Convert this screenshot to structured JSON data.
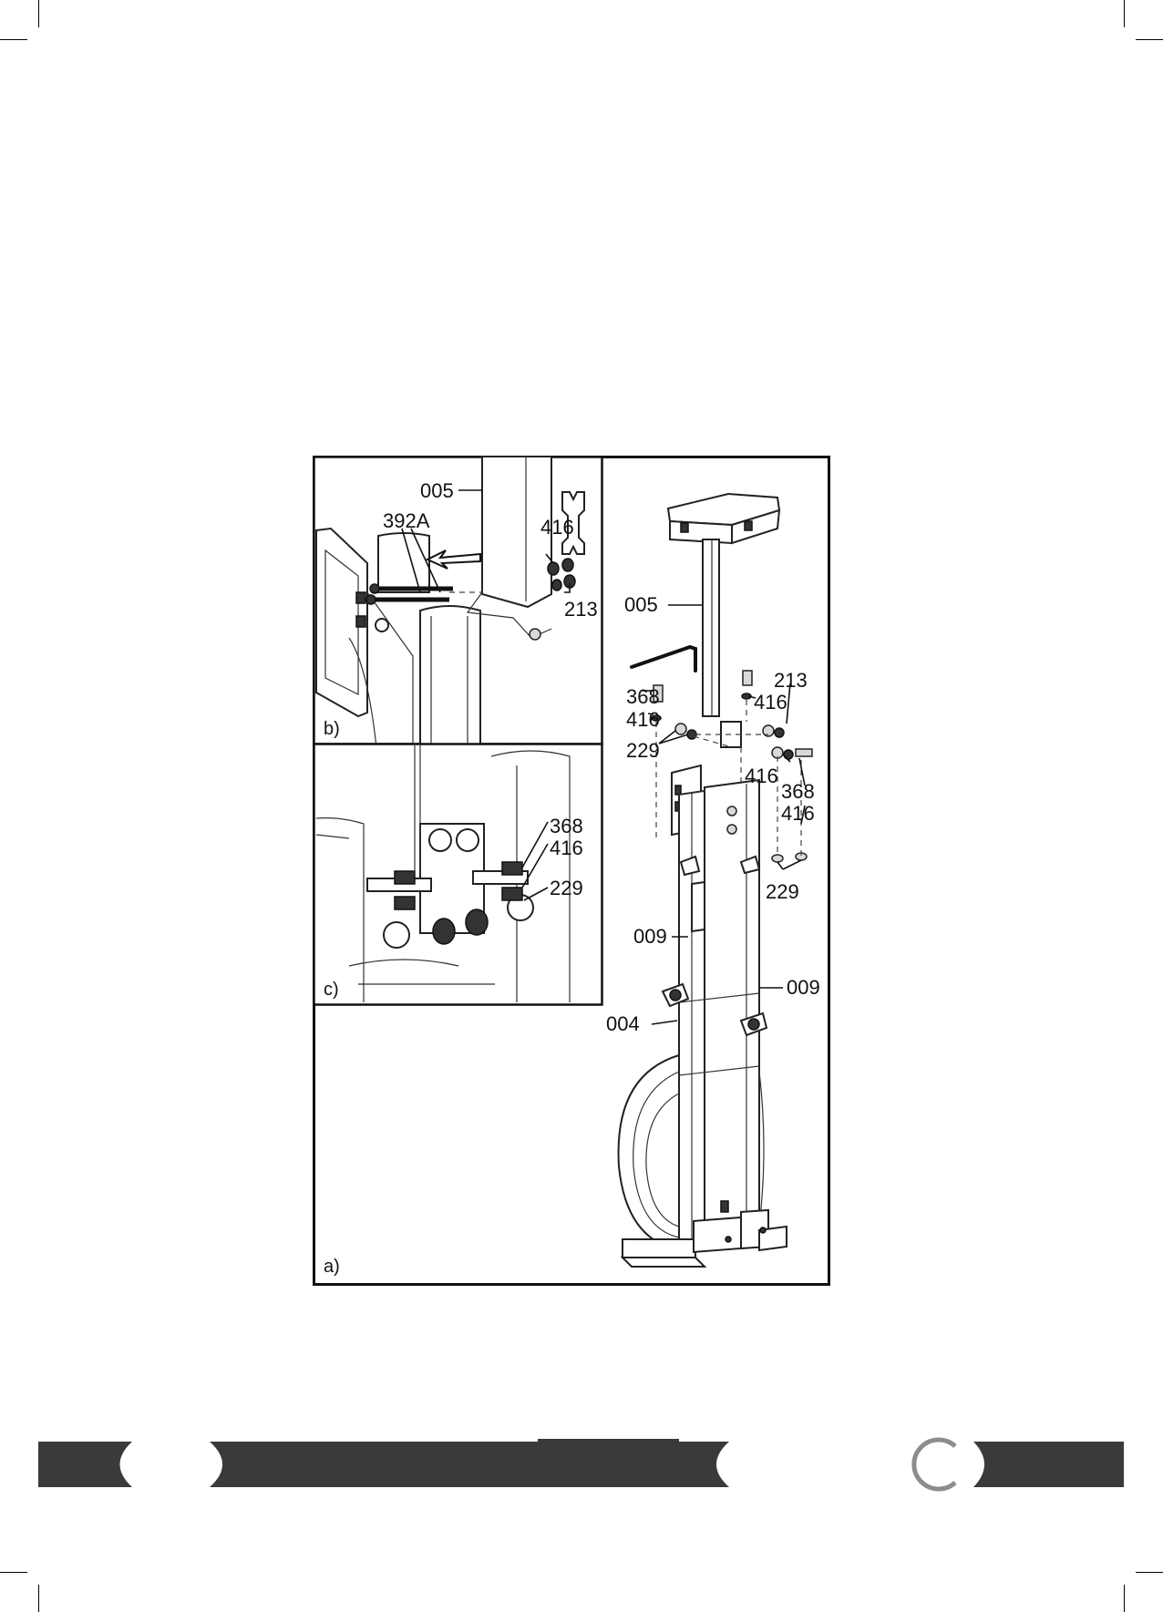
{
  "panels": {
    "a": "a)",
    "b": "b)",
    "c": "c)"
  },
  "labels_a": {
    "p005": "005",
    "p213": "213",
    "p368_top": "368",
    "p416_left": "416",
    "p416_right": "416",
    "p229_left": "229",
    "p416_mid": "416",
    "p368_mid": "368",
    "p416_low": "416",
    "p229_right": "229",
    "p009_left": "009",
    "p009_right": "009",
    "p004": "004"
  },
  "labels_b": {
    "p005": "005",
    "p392a": "392A",
    "p416": "416",
    "p213": "213"
  },
  "labels_c": {
    "p368": "368",
    "p416": "416",
    "p229": "229"
  },
  "colors": {
    "frame": "#111111",
    "footer_bar": "#3a3a3a",
    "footer_ring": "#8c8c8c"
  }
}
